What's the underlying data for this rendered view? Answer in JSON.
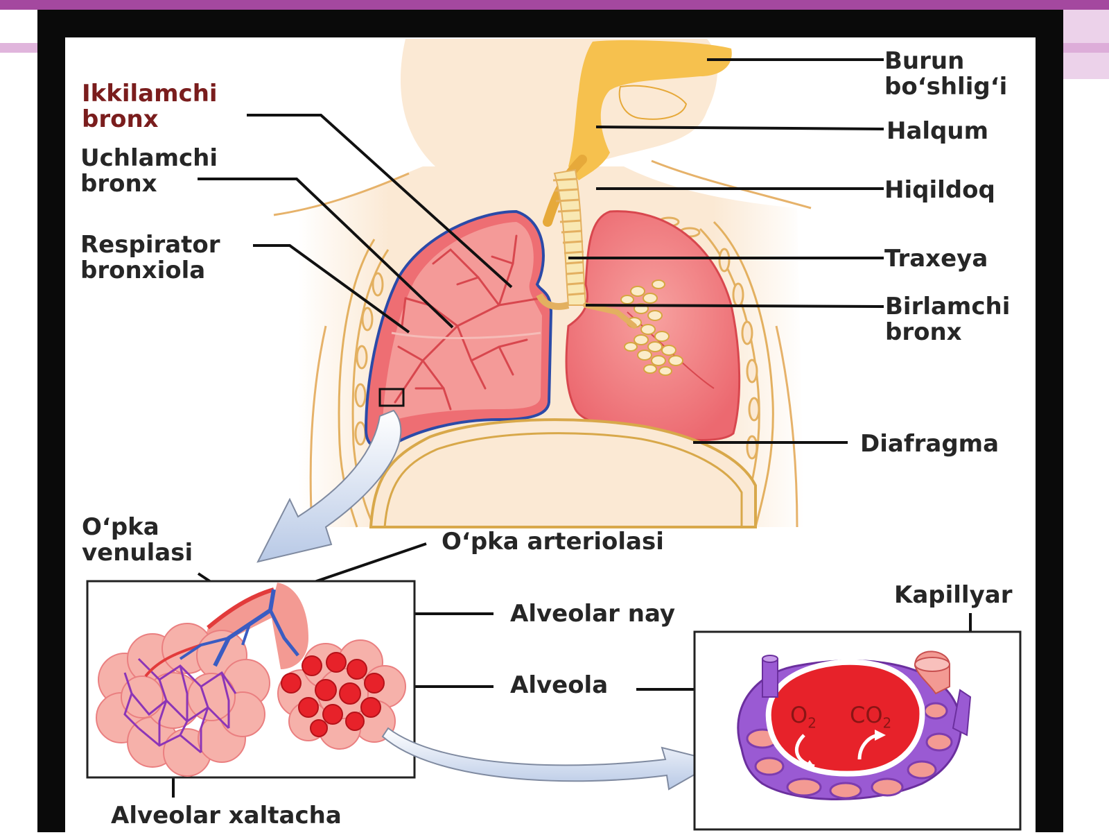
{
  "diagram": {
    "labels": {
      "burun": "Burun\nbo‘shlig‘i",
      "halqum": "Halqum",
      "hiqildoq": "Hiqildoq",
      "traxeya": "Traxeya",
      "birlamchi": "Birlamchi\nbronx",
      "diafragma": "Diafragma",
      "ikkilamchi": "Ikkilamchi\nbronx",
      "uchlamchi": "Uchlamchi\nbronx",
      "respirator": "Respirator\nbronxiola",
      "opka_venulasi": "O‘pka\nvenulasi",
      "opka_arteriolasi": "O‘pka arteriolasi",
      "alveolar_nay": "Alveolar nay",
      "alveola": "Alveola",
      "kapillyar": "Kapillyar",
      "alveolar_xaltacha": "Alveolar xaltacha"
    },
    "gas_labels": {
      "oxygen": "O",
      "oxygen_sub": "2",
      "co2": "CO",
      "co2_sub": "2"
    },
    "colors": {
      "frame": "#0a0a0a",
      "accent": "#a4489f",
      "skin": "#fbe9d4",
      "airway": "#f6c14e",
      "lung": "#ee6e73",
      "lung_dark": "#d8474e",
      "vein": "#3a5cc2",
      "artery": "#e23b3b",
      "capillary": "#9a5ad3",
      "bone": "#f9e8b3"
    }
  }
}
